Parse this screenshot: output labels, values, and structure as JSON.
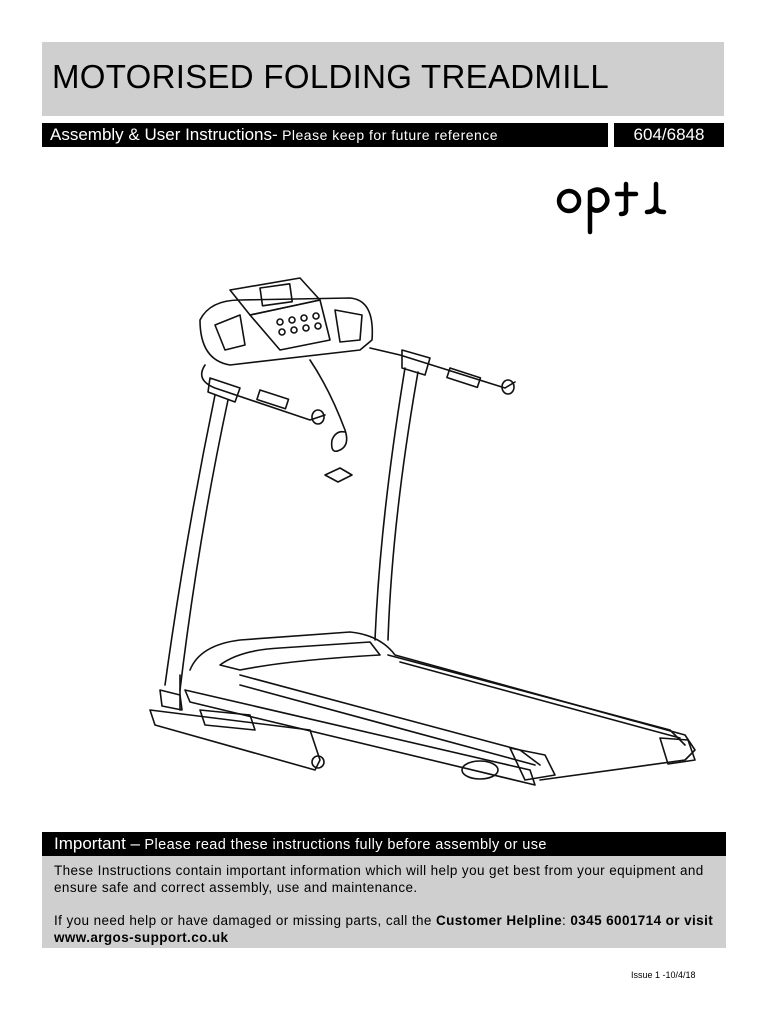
{
  "header": {
    "title": "MOTORISED FOLDING TREADMILL",
    "subtitle_strong": "Assembly & User Instructions-",
    "subtitle_light": " Please keep for future reference",
    "product_code": "604/6848"
  },
  "brand": {
    "logo_text": "opti",
    "logo_icon": "opti-logo"
  },
  "illustration": {
    "icon": "treadmill-line-drawing"
  },
  "important": {
    "lead": "Important –",
    "text": " Please read these instructions fully before assembly or use",
    "paragraph1": "These Instructions contain important information which will help you get best from your equipment and ensure safe and correct assembly, use and maintenance.",
    "paragraph2_prefix": "If you need help or have damaged or missing parts, call the ",
    "helpline_label": "Customer Helpline",
    "colon": ": ",
    "phone": "0345 6001714",
    "website_line": " or visit www.argos-support.co.uk"
  },
  "footer": {
    "issue": "Issue 1 -10/4/18"
  },
  "colors": {
    "grey_band": "#cfcfcf",
    "black_band": "#000000"
  }
}
